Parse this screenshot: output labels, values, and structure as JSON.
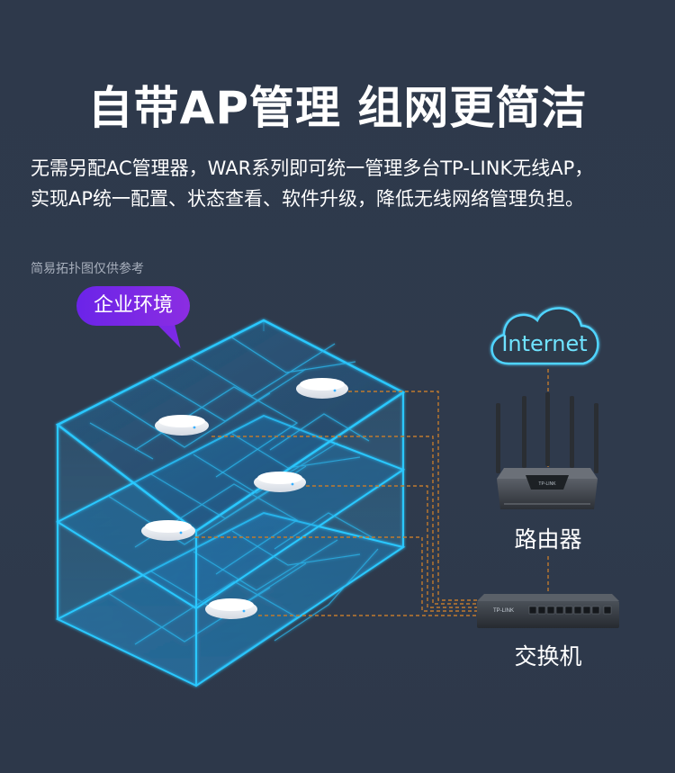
{
  "title": "自带AP管理 组网更简洁",
  "description": {
    "line1": "无需另配AC管理器，WAR系列即可统一管理多台TP-LINK无线AP，",
    "line2": "实现AP统一配置、状态查看、软件升级，降低无线网络管理负担。"
  },
  "note": "简易拓扑图仅供参考",
  "environment_label": "企业环境",
  "internet_label": "Internet",
  "router_label": "路由器",
  "switch_label": "交换机",
  "router_brand": "TP-LINK",
  "switch_brand": "TP-LINK",
  "colors": {
    "background": "#2f3a4c",
    "wireframe": "#29c8ff",
    "dashed_line": "#c07a2e",
    "bubble": "#7c29e6",
    "cloud": "#4fd4ff"
  },
  "icons": [
    "cloud-icon",
    "router-icon",
    "switch-icon",
    "access-point-icon"
  ]
}
